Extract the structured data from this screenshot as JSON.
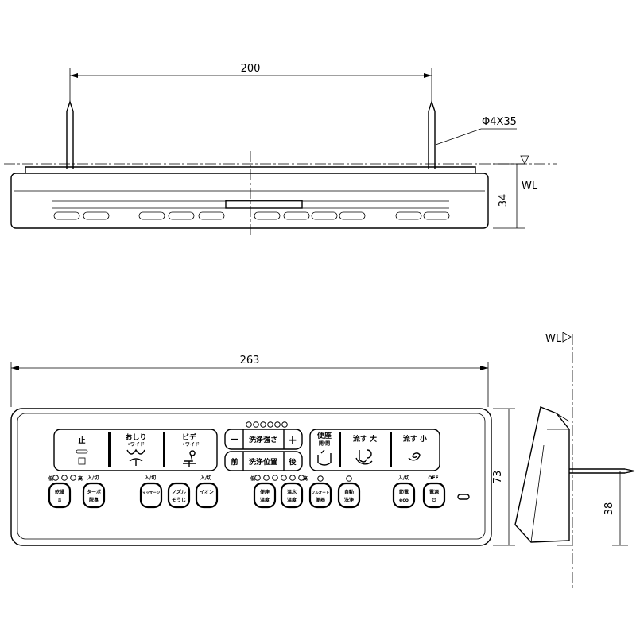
{
  "dimensions": {
    "top_width": "200",
    "pin": "Φ4X35",
    "top_height": "34",
    "wl": "WL",
    "front_width": "263",
    "front_height": "73",
    "side_pin_height": "38"
  },
  "panel": {
    "stop": "止",
    "oshiri": "おしり",
    "oshiri_wide": "•ワイド",
    "bidet": "ビデ",
    "bidet_wide": "•ワイド",
    "minus": "−",
    "plus": "+",
    "strength": "洗浄強さ",
    "front": "前",
    "back": "後",
    "position": "洗浄位置",
    "seat_open_1": "便座",
    "seat_open_2": "開/閉",
    "flush_large": "流す 大",
    "flush_small": "流す 小",
    "low": "低",
    "high": "高",
    "on_off": "入/切",
    "off": "OFF",
    "buttons": [
      {
        "l1": "乾燥",
        "l2": "≋"
      },
      {
        "l1": "ターボ",
        "l2": "脱臭"
      },
      {
        "l1": "マッサージ",
        "l2": ""
      },
      {
        "l1": "ノズル",
        "l2": "そうじ"
      },
      {
        "l1": "イオン",
        "l2": ""
      },
      {
        "l1": "便座",
        "l2": "温度"
      },
      {
        "l1": "温水",
        "l2": "温度"
      },
      {
        "l1": "フルオート",
        "l2": "便器"
      },
      {
        "l1": "自動",
        "l2": "洗浄"
      },
      {
        "l1": "節電",
        "l2": "eco"
      },
      {
        "l1": "電源",
        "l2": "⏻"
      }
    ]
  }
}
